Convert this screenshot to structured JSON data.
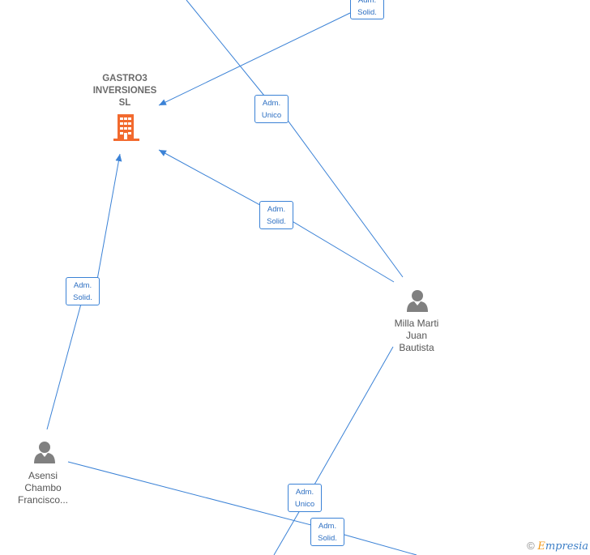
{
  "colors": {
    "edge": "#3b82d6",
    "person_icon": "#808080",
    "company_icon": "#f26a2e",
    "label_text": "#555555"
  },
  "company": {
    "name_lines": [
      "GASTRO3",
      "INVERSIONES",
      "SL"
    ],
    "icon": "building-icon"
  },
  "people": [
    {
      "id": "milla",
      "name_lines": [
        "Milla Marti",
        "Juan",
        "Bautista"
      ],
      "icon": "person-icon"
    },
    {
      "id": "asensi",
      "name_lines": [
        "Asensi",
        "Chambo",
        "Francisco..."
      ],
      "icon": "person-icon"
    }
  ],
  "edge_labels": {
    "top_right": [
      "Adm.",
      "Solid."
    ],
    "top_center": [
      "Adm.",
      "Unico"
    ],
    "middle": [
      "Adm.",
      "Solid."
    ],
    "left": [
      "Adm.",
      "Solid."
    ],
    "bottom_center": [
      "Adm.",
      "Unico"
    ],
    "bottom_right": [
      "Adm.",
      "Solid."
    ]
  },
  "brand": {
    "copyright_symbol": "©",
    "initial": "E",
    "rest": "mpresia"
  }
}
